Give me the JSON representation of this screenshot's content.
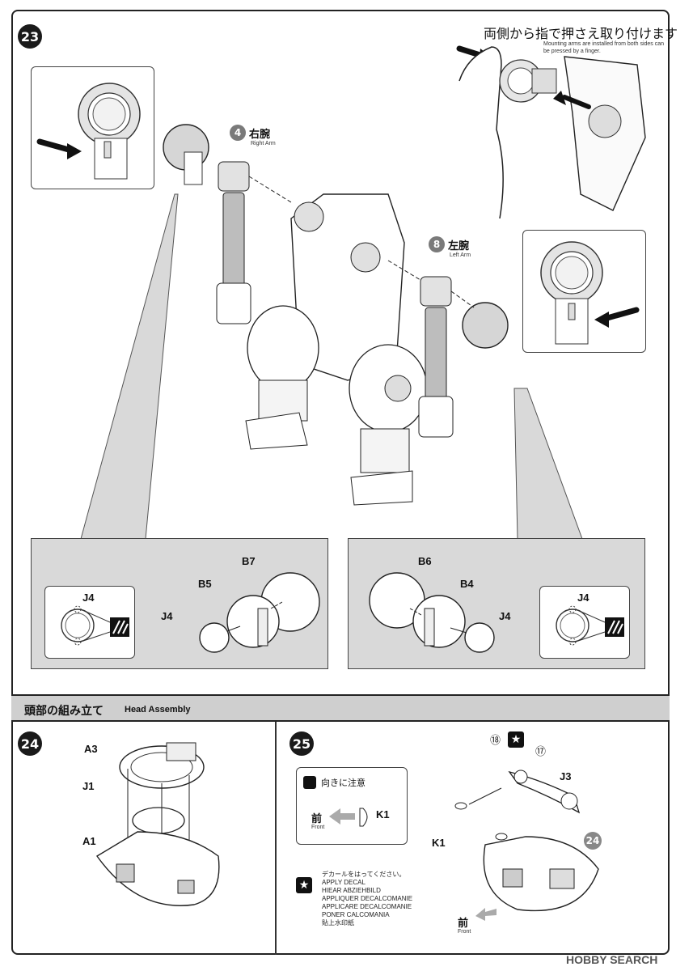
{
  "step23": {
    "number": "23",
    "note_jp": "両側から指で押さえ取り付けます",
    "note_en": "Mounting arms are installed from both sides can be pressed by a finger.",
    "right_arm": {
      "num": "4",
      "jp": "右腕",
      "en": "Right Arm"
    },
    "left_arm": {
      "num": "8",
      "jp": "左腕",
      "en": "Left Arm"
    },
    "left_panel": {
      "j4_small": "J4",
      "b7": "B7",
      "b5": "B5",
      "j4": "J4"
    },
    "right_panel": {
      "b6": "B6",
      "b4": "B4",
      "j4": "J4",
      "j4_small": "J4"
    }
  },
  "head_section": {
    "title_jp": "頭部の組み立て",
    "title_en": "Head Assembly"
  },
  "step24": {
    "number": "24",
    "parts": [
      "A3",
      "J1",
      "A1"
    ]
  },
  "step25": {
    "number": "25",
    "caution_jp": "向きに注意",
    "front_jp": "前",
    "front_en": "Front",
    "k1": "K1",
    "decal_lines": [
      "デカールをはってください。",
      "APPLY DECAL",
      "HIEAR ABZIEHBILD",
      "APPLIQUER DECALCOMANIE",
      "APPLICARE DECALCOMANIE",
      "PONER CALCOMANIA",
      "貼上水印紙"
    ],
    "decal_18": "⑱",
    "decal_17": "⑰",
    "j3": "J3",
    "k1_label": "K1",
    "ref24": "24",
    "front_bottom_jp": "前",
    "front_bottom_en": "Front"
  },
  "watermark": "HOBBY SEARCH"
}
